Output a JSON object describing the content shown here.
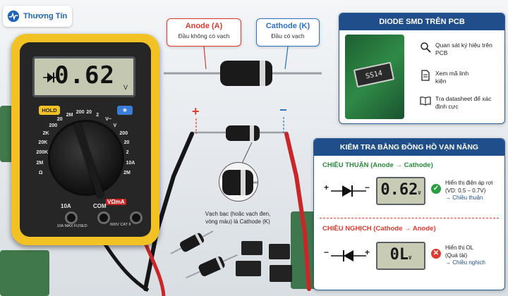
{
  "brand": {
    "name": "Thương Tín"
  },
  "labels": {
    "anode": {
      "title": "Anode (A)",
      "subtitle": "Đầu không có vạch",
      "color": "#e03a2f"
    },
    "cathode": {
      "title": "Cathode (K)",
      "subtitle": "Đầu có vạch",
      "color": "#2d72c4"
    },
    "probe_plus": "+",
    "probe_minus": "−",
    "zoom_caption": "Vạch bạc (hoặc vạch đen, vòng màu) là Cathode (K)"
  },
  "multimeter": {
    "reading": "0.62",
    "unit": "V",
    "hold_label": "HOLD",
    "dial_labels": [
      "Ω",
      "2M",
      "200K",
      "20K",
      "2K",
      "200",
      "20",
      "2M",
      "200",
      "20",
      "2",
      "V~",
      "V",
      "200",
      "20",
      "2",
      "10A",
      "2M"
    ],
    "jack_10a": "10A",
    "jack_com": "COM",
    "jack_vohm": "VΩmA",
    "warning": "10A MAX FUSED",
    "cat_rating": "600V CAT II"
  },
  "smd_panel": {
    "title": "DIODE SMD TRÊN PCB",
    "chip_marking": "SS14",
    "items": [
      {
        "icon": "magnifier-icon",
        "text": "Quan sát ký hiệu trên PCB"
      },
      {
        "icon": "document-icon",
        "text": "Xem mã linh kiện"
      },
      {
        "icon": "book-icon",
        "text": "Tra datasheet để xác định cực"
      }
    ]
  },
  "meter_panel": {
    "title": "KIỂM TRA BẰNG ĐỒNG HỒ VẠN NĂNG",
    "forward": {
      "title": "CHIỀU THUẬN (Anode → Cathode)",
      "reading": "0.62",
      "unit": "V",
      "plus": "+",
      "minus": "−",
      "status_color": "#2a9d3f",
      "result_line1": "Hiển thị điện áp rơi",
      "result_line2": "(VD: 0.5 – 0.7V)",
      "result_line3": "→ Chiều thuận"
    },
    "reverse": {
      "title": "CHIỀU NGHỊCH (Cathode → Anode)",
      "reading": "0L",
      "unit": "V",
      "plus": "+",
      "minus": "−",
      "status_color": "#e03a2f",
      "result_line1": "Hiển thị OL",
      "result_line2": "(Quá tải)",
      "result_line3": "→ Chiều nghịch"
    }
  }
}
